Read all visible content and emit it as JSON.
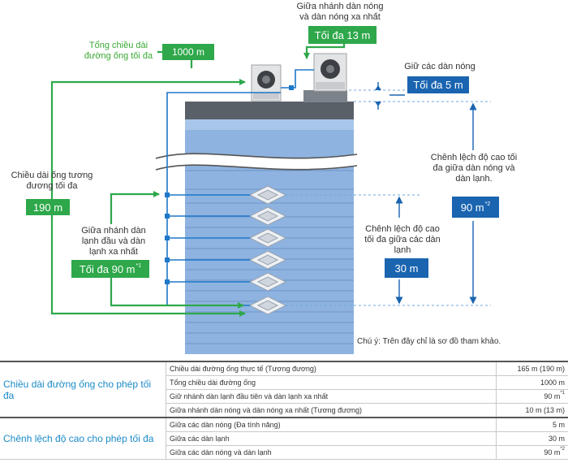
{
  "labels": {
    "total_length": [
      "Tổng chiều dài",
      "đường ống tối đa"
    ],
    "branch_outdoor": [
      "Giữa nhánh dàn nóng",
      "và dàn nóng xa nhất"
    ],
    "between_outdoor": "Giữ các dàn nóng",
    "equiv_length": [
      "Chiều dài ống tương",
      "đương tối đa"
    ],
    "branch_indoor": [
      "Giữa nhánh dàn",
      "lạnh đầu và dàn",
      "lạnh xa nhất"
    ],
    "height_outdoor_indoor": [
      "Chênh lệch độ cao tối",
      "đa giữa dàn nóng và",
      "dàn lạnh."
    ],
    "height_indoor": [
      "Chênh lệch độ cao",
      "tối đa giữa các dàn",
      "lạnh"
    ],
    "note": "Chú ý: Trên đây chỉ là sơ đồ tham khảo."
  },
  "badges": {
    "total_length": "1000 m",
    "branch_outdoor": "Tối đa 13 m",
    "between_outdoor": "Tối đa 5 m",
    "equiv_length": "190 m",
    "branch_indoor": "Tối đa 90 m",
    "branch_indoor_sup": "*1",
    "height_outdoor_indoor": "90 m",
    "height_outdoor_indoor_sup": "*2",
    "height_indoor": "30 m"
  },
  "colors": {
    "green": "#2ea84a",
    "blue": "#1a64b0",
    "building": "#8eb3e0",
    "roof": "#5a6068"
  },
  "table": {
    "groups": [
      {
        "category": "Chiều dài đường ống cho phép tối đa",
        "rows": [
          {
            "item": "Chiều dài đường ống thực tế (Tương đương)",
            "value": "165 m (190 m)",
            "sup": ""
          },
          {
            "item": "Tổng chiều dài đường ống",
            "value": "1000 m",
            "sup": ""
          },
          {
            "item": "Giữ nhánh dàn lạnh đầu tiên và dàn lạnh xa nhất",
            "value": "90 m",
            "sup": "*1"
          },
          {
            "item": "Giữa nhánh dàn nóng và dàn nóng xa nhất (Tương đương)",
            "value": "10 m (13 m)",
            "sup": ""
          }
        ]
      },
      {
        "category": "Chênh lệch độ cao cho phép tối đa",
        "rows": [
          {
            "item": "Giữa các dàn nóng (Đa tính năng)",
            "value": "5 m",
            "sup": ""
          },
          {
            "item": "Giữa các dàn lạnh",
            "value": "30 m",
            "sup": ""
          },
          {
            "item": "Giữa các dàn nóng và dàn lạnh",
            "value": "90 m",
            "sup": "*2"
          }
        ]
      }
    ]
  }
}
